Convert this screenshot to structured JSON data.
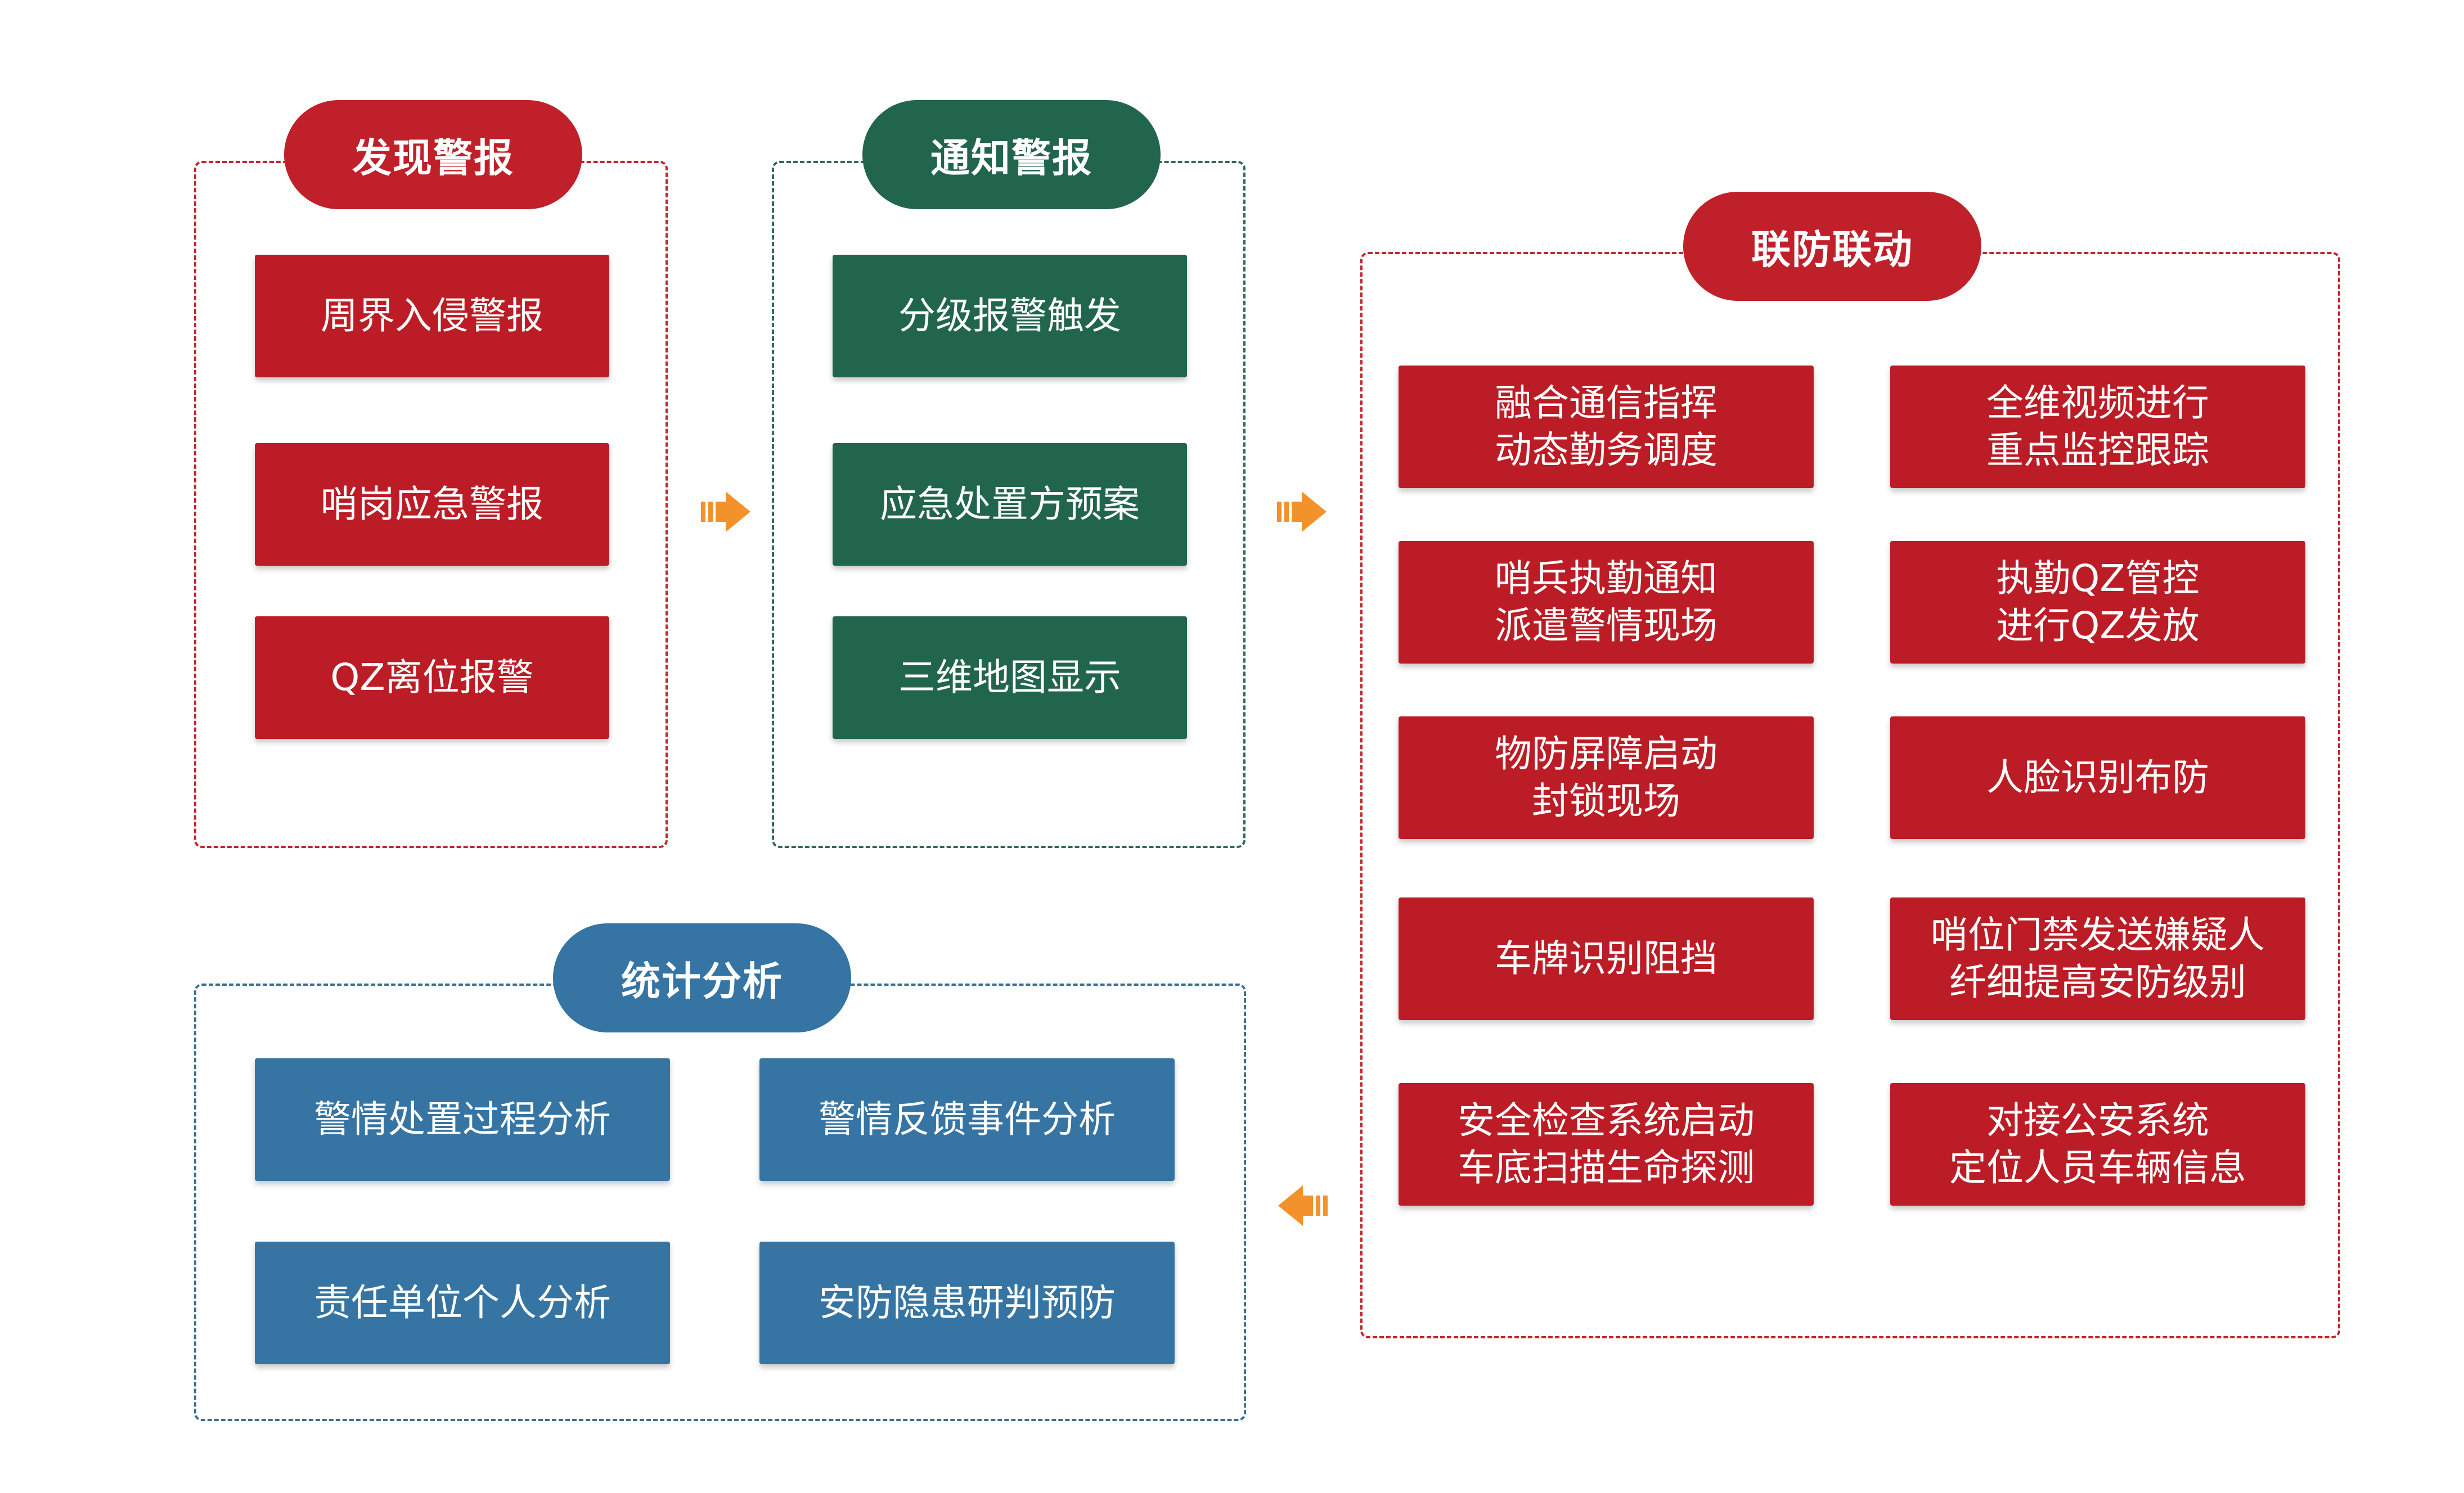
{
  "colors": {
    "red": "#bc1c25",
    "green": "#22654d",
    "blue": "#3574a3",
    "arrow": "#f3922a"
  },
  "discover": {
    "title": "发现警报",
    "items": [
      "周界入侵警报",
      "哨岗应急警报",
      "QZ离位报警"
    ]
  },
  "notify": {
    "title": "通知警报",
    "items": [
      "分级报警触发",
      "应急处置方预案",
      "三维地图显示"
    ]
  },
  "linkage": {
    "title": "联防联动",
    "items": [
      {
        "line1": "融合通信指挥",
        "line2": "动态勤务调度"
      },
      {
        "line1": "全维视频进行",
        "line2": "重点监控跟踪"
      },
      {
        "line1": "哨兵执勤通知",
        "line2": "派遣警情现场"
      },
      {
        "line1": "执勤QZ管控",
        "line2": "进行QZ发放"
      },
      {
        "line1": "物防屏障启动",
        "line2": "封锁现场"
      },
      {
        "line1": "人脸识别布防",
        "line2": ""
      },
      {
        "line1": "车牌识别阻挡",
        "line2": ""
      },
      {
        "line1": "哨位门禁发送嫌疑人",
        "line2": "纤细提高安防级别"
      },
      {
        "line1": "安全检查系统启动",
        "line2": "车底扫描生命探测"
      },
      {
        "line1": "对接公安系统",
        "line2": "定位人员车辆信息"
      }
    ]
  },
  "stats": {
    "title": "统计分析",
    "items": [
      "警情处置过程分析",
      "警情反馈事件分析",
      "责任单位个人分析",
      "安防隐患研判预防"
    ]
  },
  "arrows": [
    {
      "id": "discover-to-notify",
      "direction": "right"
    },
    {
      "id": "notify-to-linkage",
      "direction": "right"
    },
    {
      "id": "linkage-to-stats",
      "direction": "left"
    }
  ]
}
